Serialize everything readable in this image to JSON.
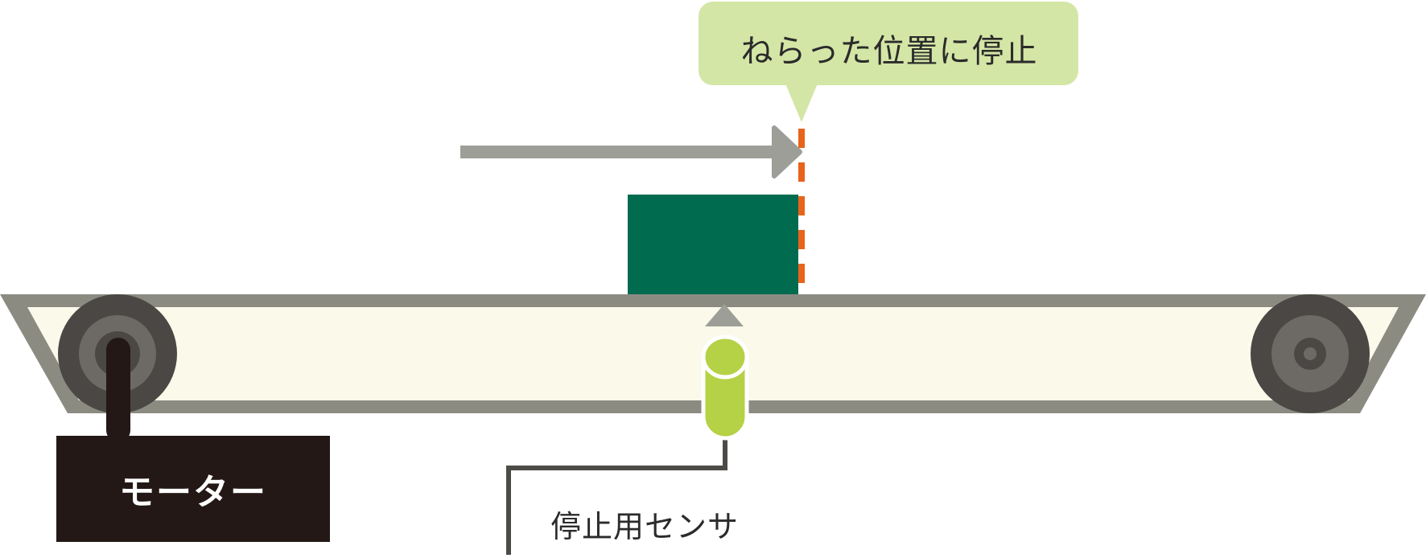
{
  "callout": {
    "text": "ねらった位置に停止"
  },
  "motor": {
    "label": "モーター"
  },
  "sensor": {
    "label": "停止用センサ"
  },
  "colors": {
    "belt_frame": "#8c8b82",
    "belt_inner": "#fbf9ea",
    "roller_dark": "#4a4744",
    "roller_mid": "#6d6a66",
    "motor_body": "#231815",
    "box": "#006b4f",
    "stop_line": "#e8641c",
    "arrow": "#9e9e98",
    "callout_fill": "#d4e6a6",
    "sensor_fill": "#b5d145",
    "sensor_wire": "#4d4b47"
  },
  "icons": {
    "motion_arrow": "arrow-right-icon",
    "sensor_marker": "triangle-up-icon"
  }
}
